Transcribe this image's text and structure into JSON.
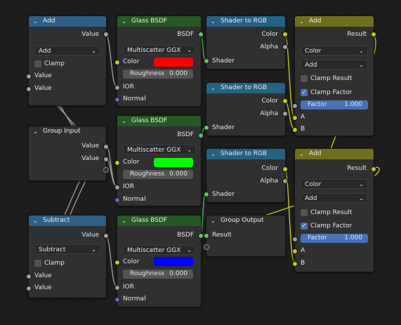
{
  "colors": {
    "math_header": "#2f5f86",
    "shader_header": "#265a24",
    "convert_header": "#246283",
    "group_header": "#3c3c3c",
    "mix_header": "#6f6f1e"
  },
  "nodes": {
    "add_math": {
      "title": "Add",
      "out": "Value",
      "op": "Add",
      "clamp": "Clamp",
      "in1": "Value",
      "in2": "Value"
    },
    "group_input": {
      "title": "Group Input",
      "out1": "Value",
      "out2": "Value"
    },
    "subtract": {
      "title": "Subtract",
      "out": "Value",
      "op": "Subtract",
      "clamp": "Clamp",
      "in1": "Value",
      "in2": "Value"
    },
    "glass1": {
      "title": "Glass BSDF",
      "out": "BSDF",
      "dist": "Multiscatter GGX",
      "color": "Color",
      "swatch": "#ff0000",
      "rough_label": "Roughness",
      "rough": "0.000",
      "ior": "IOR",
      "normal": "Normal"
    },
    "glass2": {
      "title": "Glass BSDF",
      "out": "BSDF",
      "dist": "Multiscatter GGX",
      "color": "Color",
      "swatch": "#00ff00",
      "rough_label": "Roughness",
      "rough": "0.000",
      "ior": "IOR",
      "normal": "Normal"
    },
    "glass3": {
      "title": "Glass BSDF",
      "out": "BSDF",
      "dist": "Multiscatter GGX",
      "color": "Color",
      "swatch": "#0000ff",
      "rough_label": "Roughness",
      "rough": "0.000",
      "ior": "IOR",
      "normal": "Normal"
    },
    "s2r1": {
      "title": "Shader to RGB",
      "out1": "Color",
      "out2": "Alpha",
      "in": "Shader"
    },
    "s2r2": {
      "title": "Shader to RGB",
      "out1": "Color",
      "out2": "Alpha",
      "in": "Shader"
    },
    "s2r3": {
      "title": "Shader to RGB",
      "out1": "Color",
      "out2": "Alpha",
      "in": "Shader"
    },
    "group_output": {
      "title": "Group Output",
      "in": "Result"
    },
    "mix1": {
      "title": "Add",
      "out": "Result",
      "type": "Color",
      "blend": "Add",
      "clamp_result": "Clamp Result",
      "clamp_factor": "Clamp Factor",
      "factor_label": "Factor",
      "factor": "1.000",
      "a": "A",
      "b": "B"
    },
    "mix2": {
      "title": "Add",
      "out": "Result",
      "type": "Color",
      "blend": "Add",
      "clamp_result": "Clamp Result",
      "clamp_factor": "Clamp Factor",
      "factor_label": "Factor",
      "factor": "1.000",
      "a": "A",
      "b": "B"
    }
  }
}
